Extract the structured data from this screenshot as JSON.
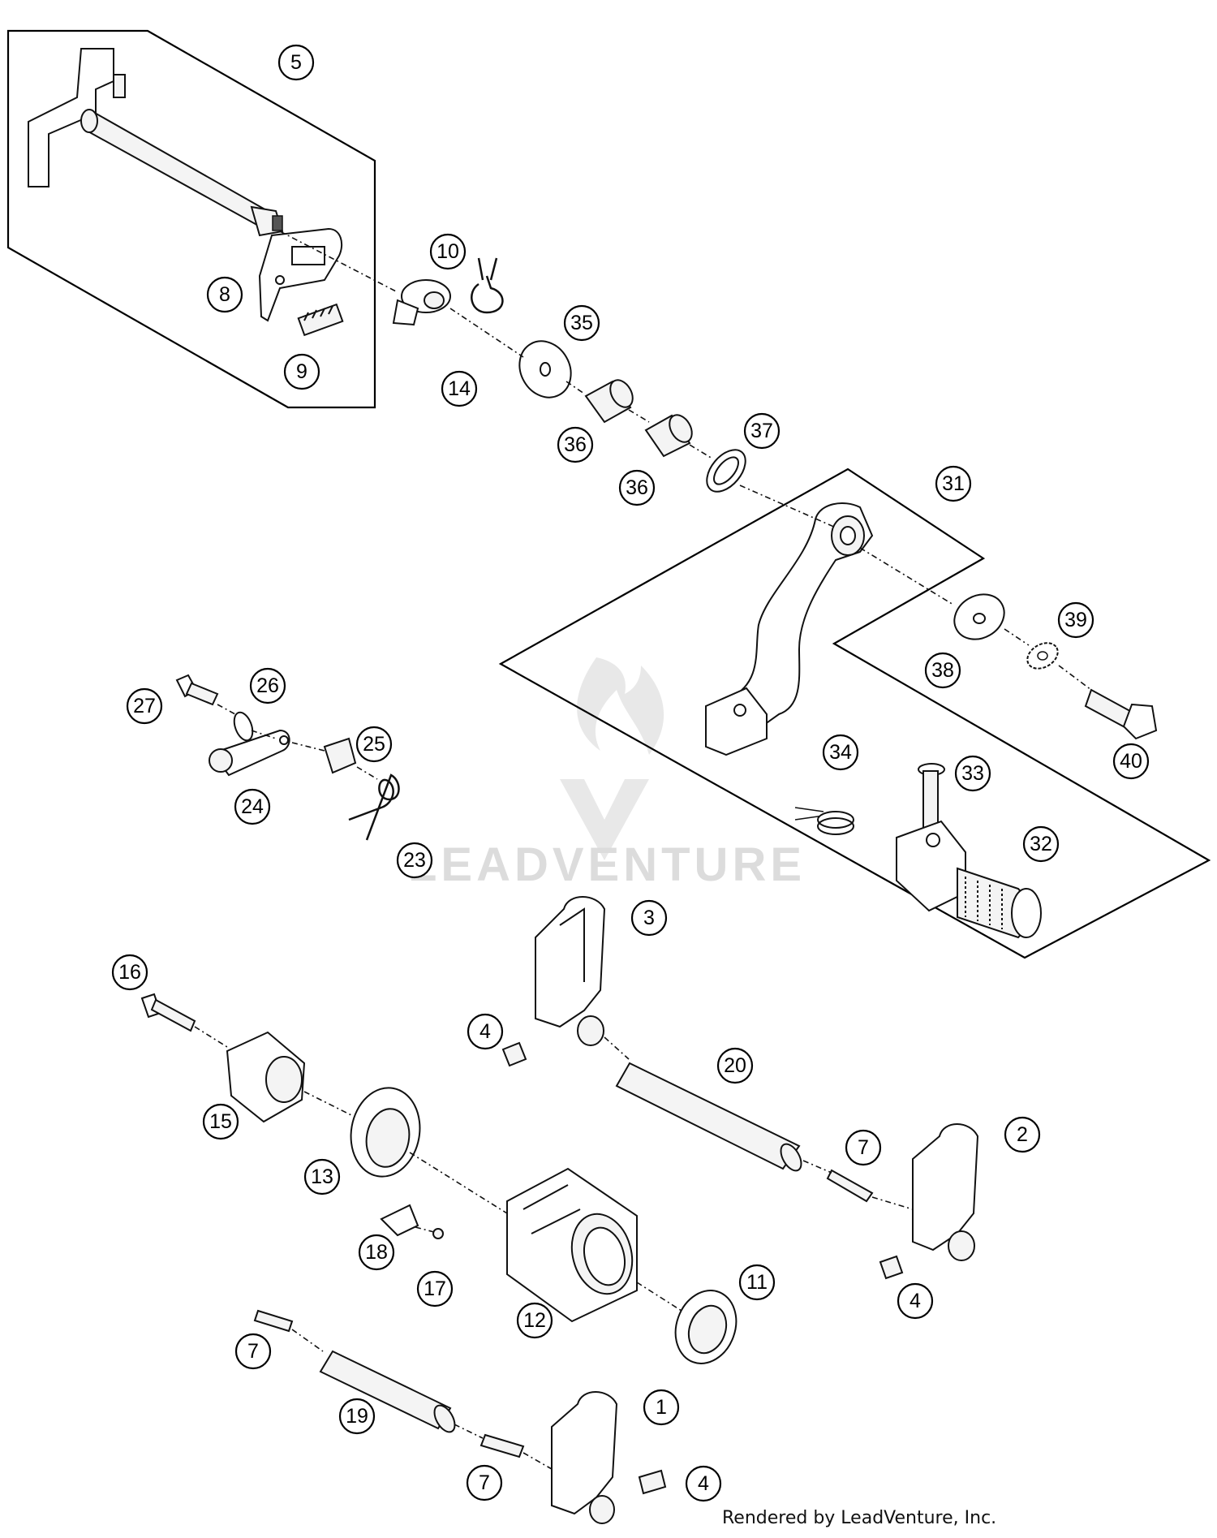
{
  "diagram": {
    "watermark": "LEADVENTURE",
    "credit": "Rendered by LeadVenture, Inc.",
    "callouts": [
      {
        "id": "c5",
        "label": "5"
      },
      {
        "id": "c8",
        "label": "8"
      },
      {
        "id": "c9",
        "label": "9"
      },
      {
        "id": "c10",
        "label": "10"
      },
      {
        "id": "c14",
        "label": "14"
      },
      {
        "id": "c35",
        "label": "35"
      },
      {
        "id": "c36a",
        "label": "36"
      },
      {
        "id": "c36b",
        "label": "36"
      },
      {
        "id": "c37",
        "label": "37"
      },
      {
        "id": "c31",
        "label": "31"
      },
      {
        "id": "c39",
        "label": "39"
      },
      {
        "id": "c38",
        "label": "38"
      },
      {
        "id": "c40",
        "label": "40"
      },
      {
        "id": "c34",
        "label": "34"
      },
      {
        "id": "c33",
        "label": "33"
      },
      {
        "id": "c32",
        "label": "32"
      },
      {
        "id": "c27",
        "label": "27"
      },
      {
        "id": "c26",
        "label": "26"
      },
      {
        "id": "c25",
        "label": "25"
      },
      {
        "id": "c24",
        "label": "24"
      },
      {
        "id": "c23",
        "label": "23"
      },
      {
        "id": "c3",
        "label": "3"
      },
      {
        "id": "c16",
        "label": "16"
      },
      {
        "id": "c4a",
        "label": "4"
      },
      {
        "id": "c20",
        "label": "20"
      },
      {
        "id": "c15",
        "label": "15"
      },
      {
        "id": "c2",
        "label": "2"
      },
      {
        "id": "c7a",
        "label": "7"
      },
      {
        "id": "c13",
        "label": "13"
      },
      {
        "id": "c18",
        "label": "18"
      },
      {
        "id": "c17",
        "label": "17"
      },
      {
        "id": "c11",
        "label": "11"
      },
      {
        "id": "c4b",
        "label": "4"
      },
      {
        "id": "c12",
        "label": "12"
      },
      {
        "id": "c7b",
        "label": "7"
      },
      {
        "id": "c1",
        "label": "1"
      },
      {
        "id": "c19",
        "label": "19"
      },
      {
        "id": "c7c",
        "label": "7"
      },
      {
        "id": "c4c",
        "label": "4"
      }
    ]
  }
}
